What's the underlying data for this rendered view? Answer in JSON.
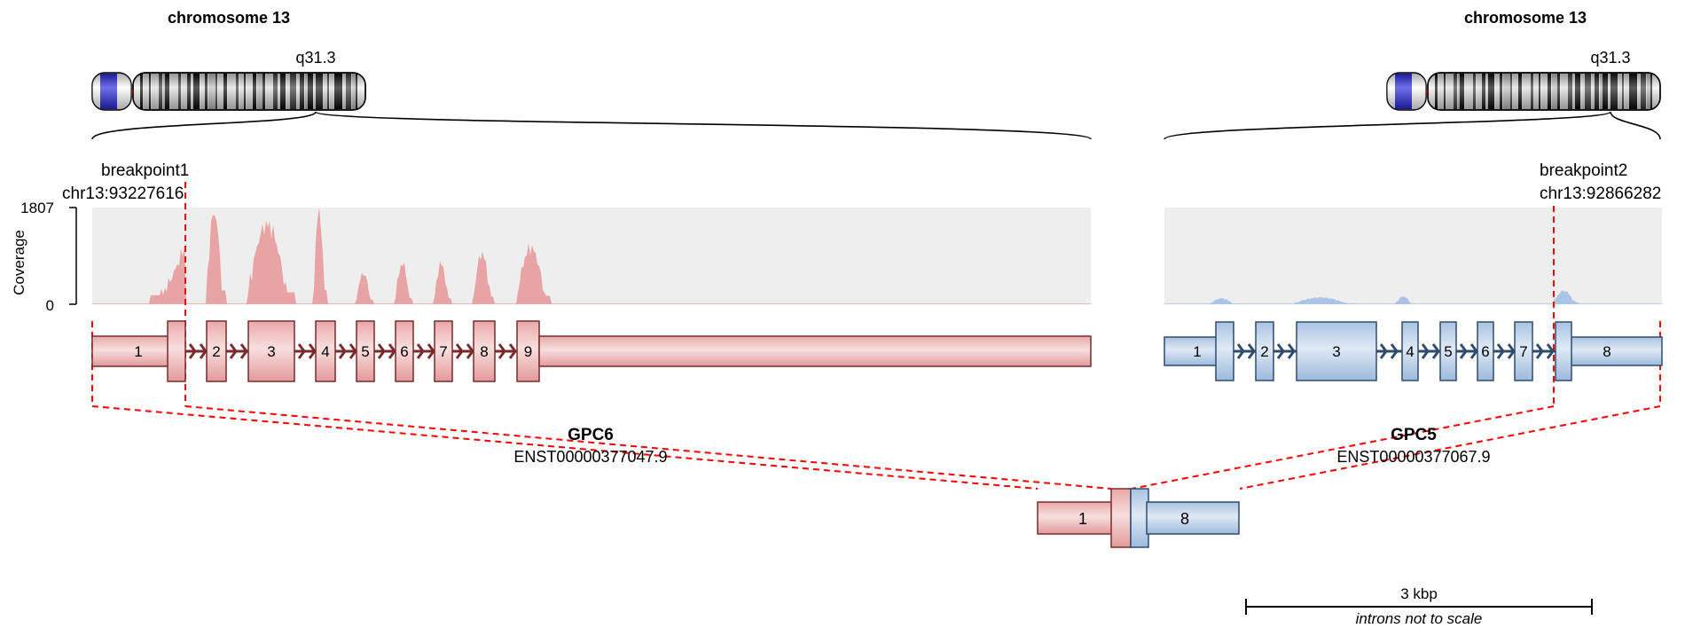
{
  "chromosome_left": {
    "title": "chromosome 13",
    "band": "q31.3"
  },
  "chromosome_right": {
    "title": "chromosome 13",
    "band": "q31.3"
  },
  "breakpoint1": {
    "label": "breakpoint1",
    "position": "chr13:93227616"
  },
  "breakpoint2": {
    "label": "breakpoint2",
    "position": "chr13:92866282"
  },
  "coverage": {
    "ylabel": "Coverage",
    "max_label": "1807",
    "min_label": "0",
    "max": 1807,
    "min": 0
  },
  "gene5": {
    "name": "GPC6",
    "transcript": "ENST00000377047.9",
    "color": "#e8b4b4",
    "stroke": "#7a2a2a",
    "exons": [
      "1",
      "2",
      "3",
      "4",
      "5",
      "6",
      "7",
      "8",
      "9"
    ]
  },
  "gene3": {
    "name": "GPC5",
    "transcript": "ENST00000377067.9",
    "color": "#b8cde4",
    "stroke": "#2f4c6e",
    "exons": [
      "1",
      "2",
      "3",
      "4",
      "5",
      "6",
      "7",
      "8"
    ]
  },
  "fusion": {
    "exons": [
      "1",
      "8"
    ]
  },
  "scale": {
    "label": "3 kbp",
    "note": "introns not to scale"
  },
  "colors": {
    "breakpoint_line": "#ff0000",
    "coverage_bg": "#eeeeee",
    "coverage_left": "#e8a4a4",
    "coverage_right": "#a9c4e6"
  }
}
